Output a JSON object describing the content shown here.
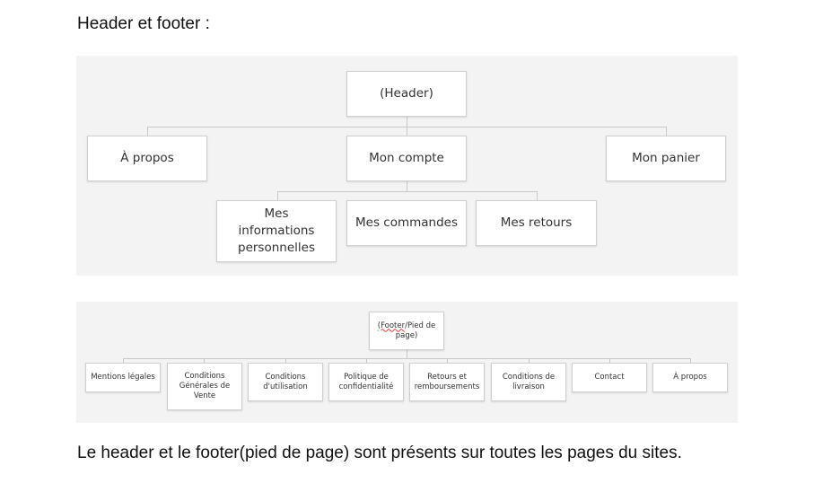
{
  "heading": "Header et footer :",
  "caption": "Le header et le footer(pied de page) sont présents sur toutes les pages du sites.",
  "header_diagram": {
    "root": "(Header)",
    "level1": [
      "À propos",
      "Mon compte",
      "Mon panier"
    ],
    "level2": [
      "Mes informations personnelles",
      "Mes commandes",
      "Mes retours"
    ]
  },
  "footer_diagram": {
    "root_part1": "(Footer",
    "root_part2": "/Pied de page)",
    "children": [
      "Mentions légales",
      "Conditions Générales de Vente",
      "Conditions d'utilisation",
      "Politique de confidentialité",
      "Retours et remboursements",
      "Conditions de livraison",
      "Contact",
      "À propos"
    ]
  }
}
